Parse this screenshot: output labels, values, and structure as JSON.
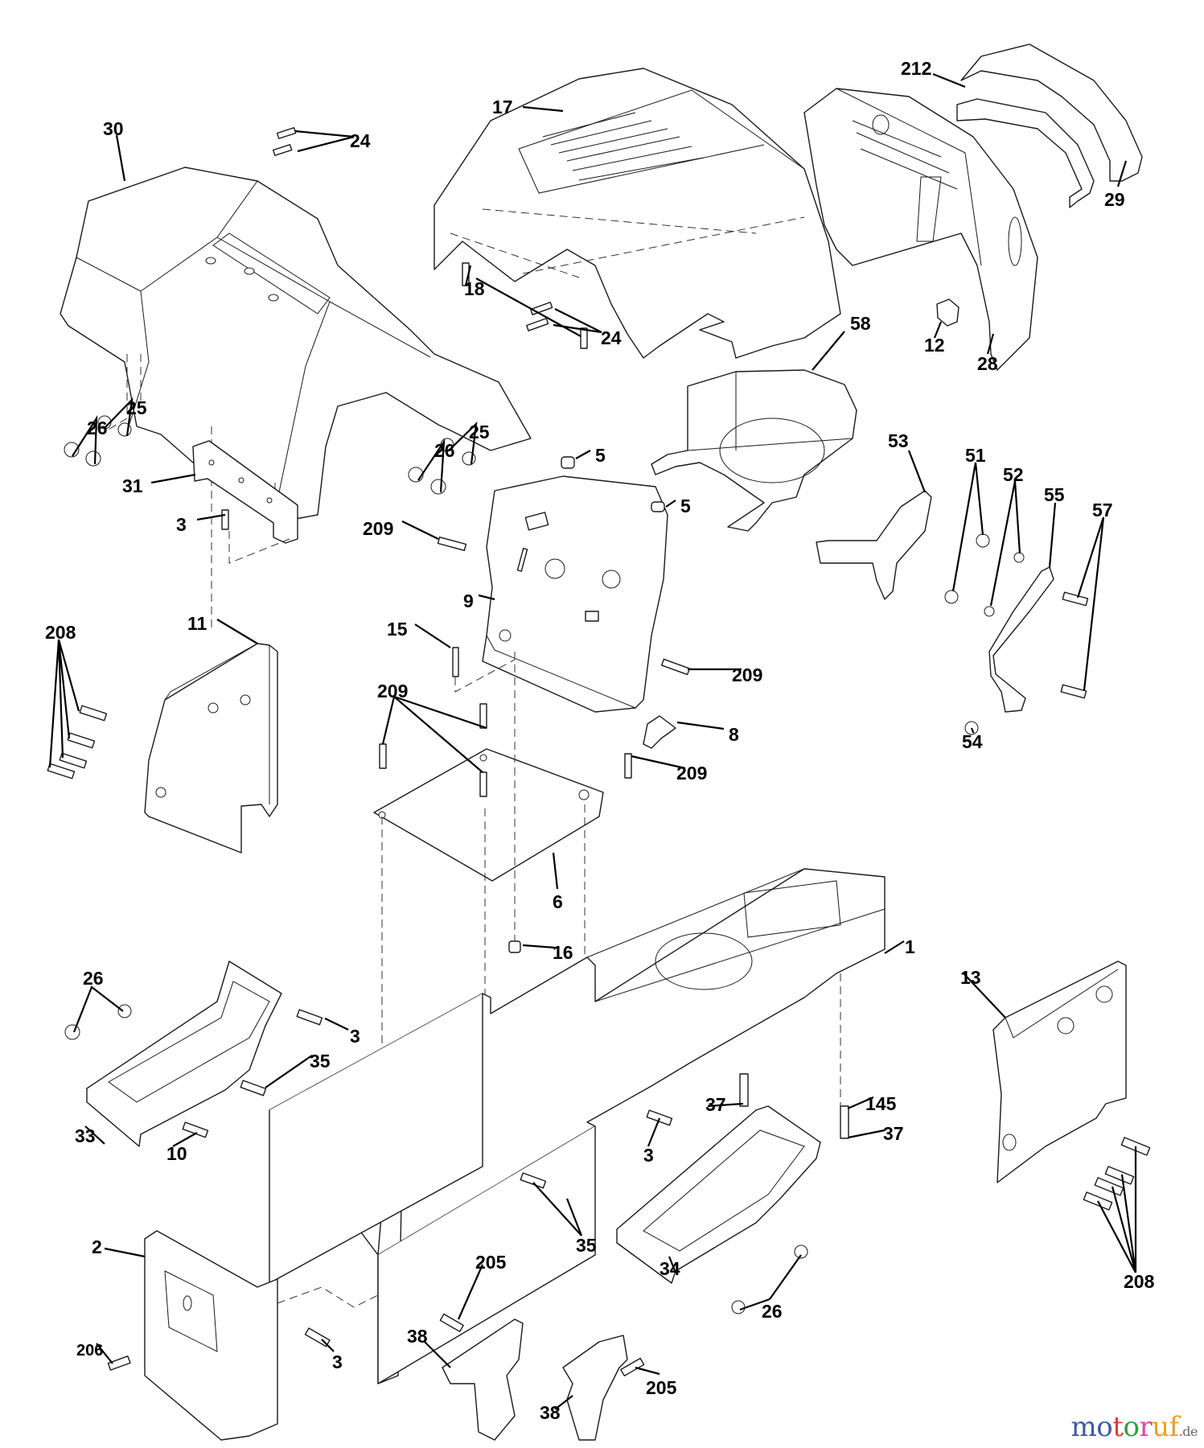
{
  "diagram": {
    "type": "exploded-parts-diagram",
    "callouts": [
      {
        "id": "c30",
        "label": "30"
      },
      {
        "id": "c24a",
        "label": "24"
      },
      {
        "id": "c17",
        "label": "17"
      },
      {
        "id": "c212",
        "label": "212"
      },
      {
        "id": "c29",
        "label": "29"
      },
      {
        "id": "c18",
        "label": "18"
      },
      {
        "id": "c24b",
        "label": "24"
      },
      {
        "id": "c12",
        "label": "12"
      },
      {
        "id": "c28",
        "label": "28"
      },
      {
        "id": "c58",
        "label": "58"
      },
      {
        "id": "c25a",
        "label": "25"
      },
      {
        "id": "c26a",
        "label": "26"
      },
      {
        "id": "c25b",
        "label": "25"
      },
      {
        "id": "c26b",
        "label": "26"
      },
      {
        "id": "c5a",
        "label": "5"
      },
      {
        "id": "c5b",
        "label": "5"
      },
      {
        "id": "c53",
        "label": "53"
      },
      {
        "id": "c51",
        "label": "51"
      },
      {
        "id": "c52",
        "label": "52"
      },
      {
        "id": "c55",
        "label": "55"
      },
      {
        "id": "c57",
        "label": "57"
      },
      {
        "id": "c31",
        "label": "31"
      },
      {
        "id": "c3a",
        "label": "3"
      },
      {
        "id": "c209a",
        "label": "209"
      },
      {
        "id": "c9",
        "label": "9"
      },
      {
        "id": "c15",
        "label": "15"
      },
      {
        "id": "c11",
        "label": "11"
      },
      {
        "id": "c208a",
        "label": "208"
      },
      {
        "id": "c209b",
        "label": "209"
      },
      {
        "id": "c209c",
        "label": "209"
      },
      {
        "id": "c54",
        "label": "54"
      },
      {
        "id": "c8",
        "label": "8"
      },
      {
        "id": "c209d",
        "label": "209"
      },
      {
        "id": "c6",
        "label": "6"
      },
      {
        "id": "c16",
        "label": "16"
      },
      {
        "id": "c1",
        "label": "1"
      },
      {
        "id": "c13",
        "label": "13"
      },
      {
        "id": "c26c",
        "label": "26"
      },
      {
        "id": "c3b",
        "label": "3"
      },
      {
        "id": "c35a",
        "label": "35"
      },
      {
        "id": "c145",
        "label": "145"
      },
      {
        "id": "c37a",
        "label": "37"
      },
      {
        "id": "c37b",
        "label": "37"
      },
      {
        "id": "c33",
        "label": "33"
      },
      {
        "id": "c10",
        "label": "10"
      },
      {
        "id": "c3c",
        "label": "3"
      },
      {
        "id": "c35b",
        "label": "35"
      },
      {
        "id": "c34",
        "label": "34"
      },
      {
        "id": "c2",
        "label": "2"
      },
      {
        "id": "c205a",
        "label": "205"
      },
      {
        "id": "c26d",
        "label": "26"
      },
      {
        "id": "c208b",
        "label": "208"
      },
      {
        "id": "c3d",
        "label": "3"
      },
      {
        "id": "c206",
        "label": "206"
      },
      {
        "id": "c38a",
        "label": "38"
      },
      {
        "id": "c38b",
        "label": "38"
      },
      {
        "id": "c205b",
        "label": "205"
      }
    ]
  },
  "watermark": {
    "letters": [
      "m",
      "o",
      "t",
      "o",
      "r",
      "u",
      "f"
    ],
    "colors": [
      "#3b5aa8",
      "#3b5aa8",
      "#e03a3a",
      "#2e9e3e",
      "#d94a9a",
      "#f0a020",
      "#e8a020"
    ],
    "tld": ".de"
  }
}
